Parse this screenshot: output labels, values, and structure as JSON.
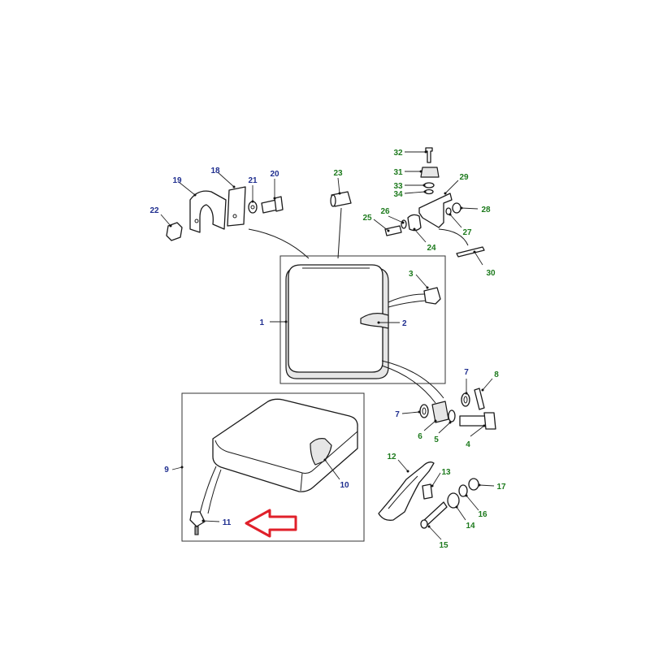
{
  "colors": {
    "blue_label": "#1f2e8f",
    "green_label": "#1d7a1d",
    "arrow": "#e0202a"
  },
  "callouts": [
    {
      "id": "1",
      "color": "blue"
    },
    {
      "id": "2",
      "color": "blue"
    },
    {
      "id": "3",
      "color": "green"
    },
    {
      "id": "4",
      "color": "green"
    },
    {
      "id": "5",
      "color": "green"
    },
    {
      "id": "6",
      "color": "green"
    },
    {
      "id": "7",
      "color": "blue"
    },
    {
      "id": "7b",
      "text": "7",
      "color": "blue"
    },
    {
      "id": "8",
      "color": "green"
    },
    {
      "id": "9",
      "color": "blue"
    },
    {
      "id": "10",
      "color": "blue"
    },
    {
      "id": "11",
      "color": "blue"
    },
    {
      "id": "12",
      "color": "green"
    },
    {
      "id": "13",
      "color": "green"
    },
    {
      "id": "14",
      "color": "green"
    },
    {
      "id": "15",
      "color": "green"
    },
    {
      "id": "16",
      "color": "green"
    },
    {
      "id": "17",
      "color": "green"
    },
    {
      "id": "18",
      "color": "blue"
    },
    {
      "id": "19",
      "color": "blue"
    },
    {
      "id": "20",
      "color": "blue"
    },
    {
      "id": "21",
      "color": "blue"
    },
    {
      "id": "22",
      "color": "blue"
    },
    {
      "id": "23",
      "color": "green"
    },
    {
      "id": "24",
      "color": "green"
    },
    {
      "id": "25",
      "color": "green"
    },
    {
      "id": "26",
      "color": "green"
    },
    {
      "id": "27",
      "color": "green"
    },
    {
      "id": "28",
      "color": "green"
    },
    {
      "id": "29",
      "color": "green"
    },
    {
      "id": "30",
      "color": "green"
    },
    {
      "id": "31",
      "color": "green"
    },
    {
      "id": "32",
      "color": "green"
    },
    {
      "id": "33",
      "color": "green"
    },
    {
      "id": "34",
      "color": "green"
    }
  ]
}
